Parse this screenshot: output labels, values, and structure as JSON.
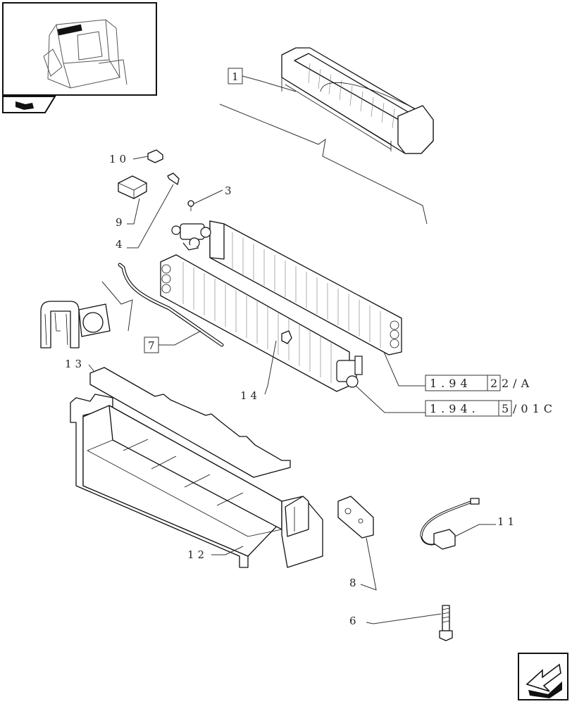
{
  "callouts": {
    "c1": "1",
    "c3": "3",
    "c4": "4",
    "c6": "6",
    "c7": "7",
    "c8": "8",
    "c9": "9",
    "c10": "10",
    "c11": "11",
    "c12": "12",
    "c13": "13",
    "c14": "14"
  },
  "references": {
    "ref_a_prefix": "1.94",
    "ref_a_box": "2",
    "ref_a_suffix": "2/A",
    "ref_b_prefix": "1.94.",
    "ref_b_box": "5",
    "ref_b_suffix": "/01C"
  },
  "icons": {
    "thumbnail": "tractor-cab-thumbnail-icon",
    "book": "book-tab-icon",
    "next": "next-page-arrow-icon"
  },
  "colors": {
    "line": "#111111",
    "background": "#ffffff"
  }
}
